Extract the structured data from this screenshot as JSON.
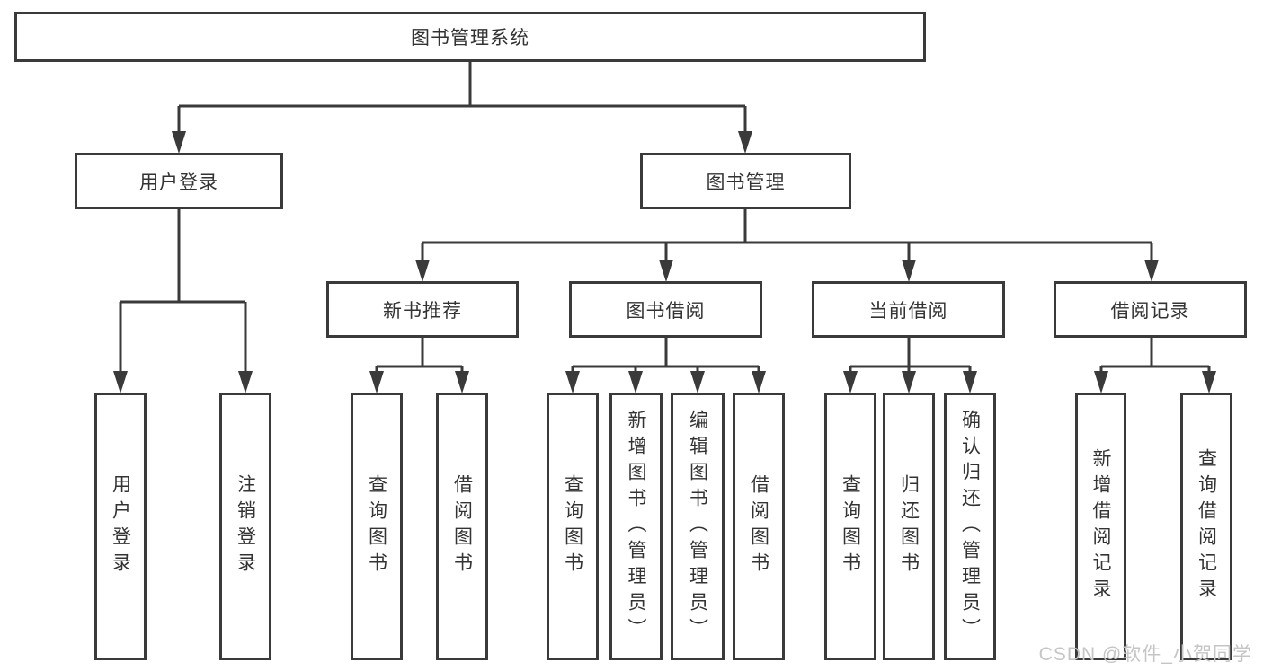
{
  "diagram": {
    "root": {
      "label": "图书管理系统"
    },
    "branches": [
      {
        "label": "用户登录",
        "children": [
          "用户登录",
          "注销登录"
        ]
      },
      {
        "label": "图书管理",
        "sections": [
          {
            "label": "新书推荐",
            "children": [
              "查询图书",
              "借阅图书"
            ]
          },
          {
            "label": "图书借阅",
            "children": [
              "查询图书",
              "新增图书（管理员）",
              "编辑图书（管理员）",
              "借阅图书"
            ]
          },
          {
            "label": "当前借阅",
            "children": [
              "查询图书",
              "归还图书",
              "确认归还（管理员）"
            ]
          },
          {
            "label": "借阅记录",
            "children": [
              "新增借阅记录",
              "查询借阅记录"
            ]
          }
        ]
      }
    ]
  },
  "watermark": "CSDN @软件_小贺同学",
  "colors": {
    "line": "#3a3a3a",
    "text": "#333333",
    "background": "#ffffff",
    "watermark": "#c5c5c5"
  }
}
